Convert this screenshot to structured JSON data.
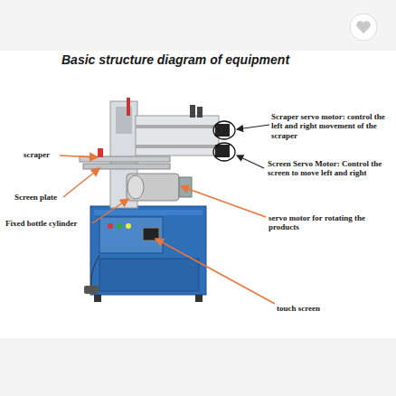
{
  "diagram": {
    "title": "Basic structure diagram of equipment",
    "labels": [
      "Scraper servo motor: control the left and right movement of the scraper",
      "scraper",
      "Screen Servo Motor: Control the screen to move left and right",
      "Screen plate",
      "Fixed bottle cylinder",
      "servo motor for rotating the products",
      "touch screen"
    ]
  }
}
